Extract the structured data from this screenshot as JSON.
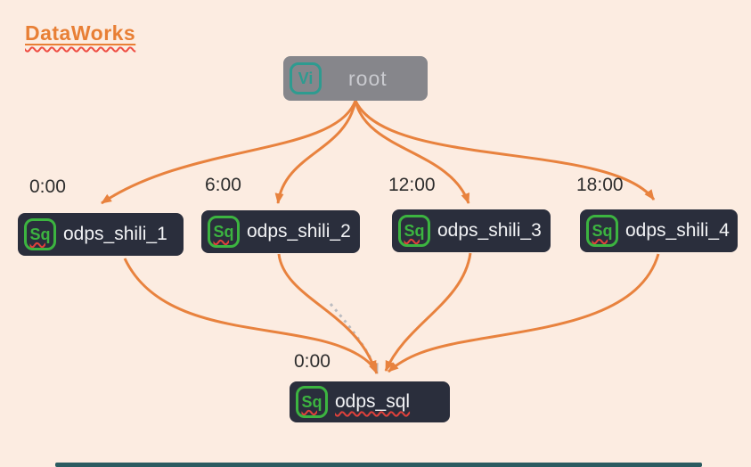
{
  "app": {
    "title": "DataWorks"
  },
  "colors": {
    "background": "#fcece1",
    "title_orange": "#e87f35",
    "edge_orange": "#e8823e",
    "edge_dotted_gray": "#bcbcc0",
    "node_background": "#2a2e3c",
    "root_background": "#86868b",
    "badge_green": "#3cb440",
    "badge_teal": "#2e9b90",
    "node_text": "#f2f3f5",
    "root_text": "#c9cacf",
    "time_text": "#2d2d2d",
    "scrollbar_teal": "#2b5b60"
  },
  "graph": {
    "root": {
      "label": "root",
      "badge": "Vi"
    },
    "tasks": [
      {
        "label": "odps_shili_1",
        "badge": "Sq",
        "time": "0:00"
      },
      {
        "label": "odps_shili_2",
        "badge": "Sq",
        "time": "6:00"
      },
      {
        "label": "odps_shili_3",
        "badge": "Sq",
        "time": "12:00"
      },
      {
        "label": "odps_shili_4",
        "badge": "Sq",
        "time": "18:00"
      }
    ],
    "sink": {
      "label": "odps_sql",
      "badge": "Sq",
      "time": "0:00"
    },
    "edges": [
      {
        "from": "root",
        "to": "odps_shili_1",
        "style": "solid-orange"
      },
      {
        "from": "root",
        "to": "odps_shili_2",
        "style": "solid-orange"
      },
      {
        "from": "root",
        "to": "odps_shili_3",
        "style": "solid-orange"
      },
      {
        "from": "root",
        "to": "odps_shili_4",
        "style": "solid-orange"
      },
      {
        "from": "odps_shili_1",
        "to": "odps_sql",
        "style": "solid-orange"
      },
      {
        "from": "odps_shili_2",
        "to": "odps_sql",
        "style": "solid-orange"
      },
      {
        "from": "odps_shili_3",
        "to": "odps_sql",
        "style": "solid-orange"
      },
      {
        "from": "odps_shili_4",
        "to": "odps_sql",
        "style": "solid-orange"
      },
      {
        "from": "odps_shili_2",
        "to": "odps_sql",
        "style": "dotted-gray"
      }
    ]
  }
}
